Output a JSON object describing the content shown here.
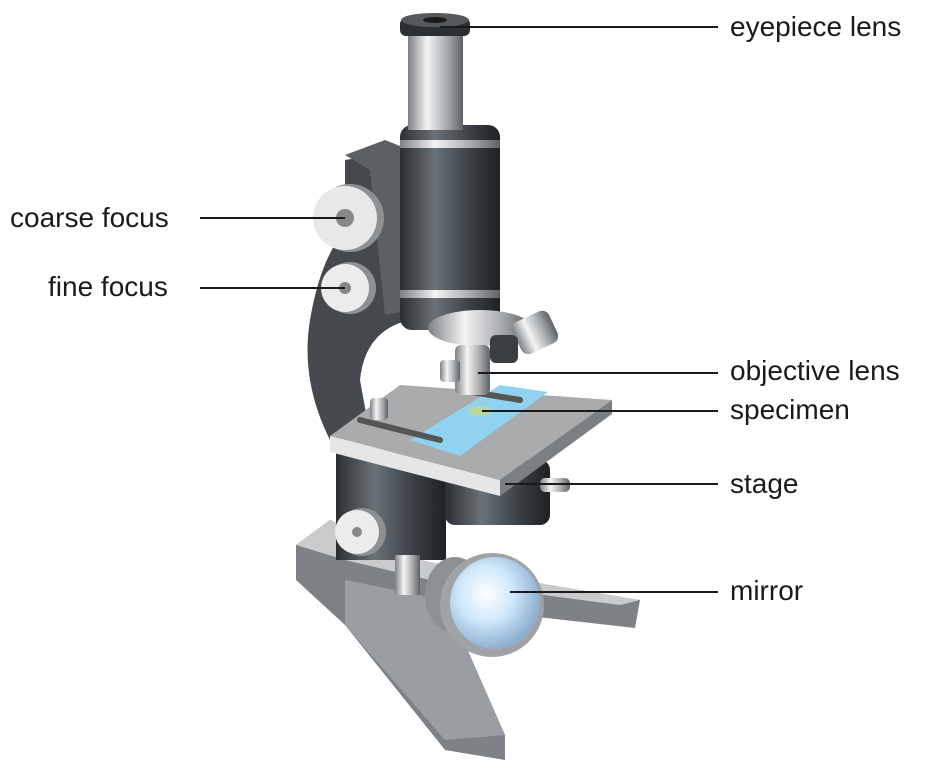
{
  "title": "Parts of a light microscope",
  "labels": {
    "eyepiece": "eyepiece lens",
    "coarse": "coarse focus",
    "fine": "fine focus",
    "objective": "objective lens",
    "specimen": "specimen",
    "stage": "stage",
    "mirror": "mirror"
  },
  "colors": {
    "body": "#3c4247",
    "metal": "#9a9da0",
    "slide": "#8fd3f0",
    "mirror": "#cfe8fb",
    "line": "#1a1a1a"
  }
}
